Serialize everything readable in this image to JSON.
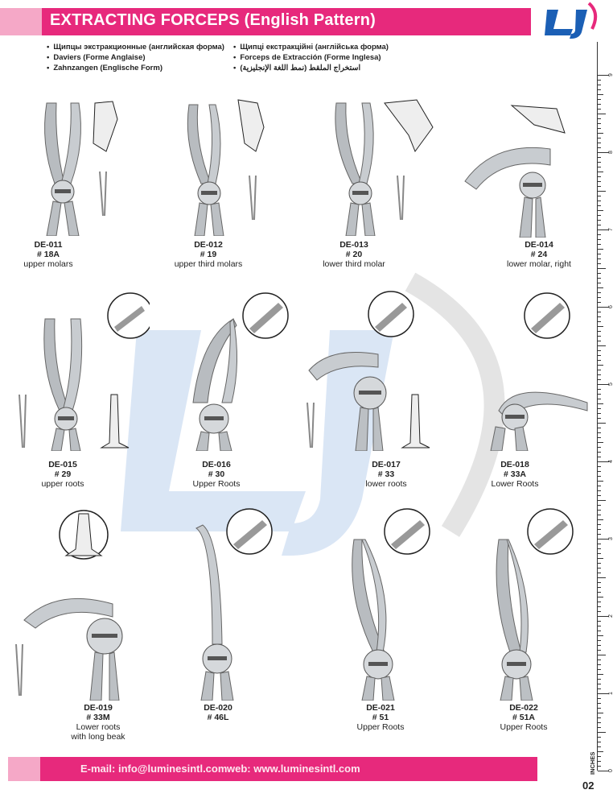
{
  "header": {
    "title": "EXTRACTING FORCEPS (English Pattern)",
    "languages_left": [
      "Щипцы экстракционные (английская форма)",
      "Daviers (Forme Anglaise)",
      "Zahnzangen (Englische Form)"
    ],
    "languages_right": [
      "Щипці екстракційні (англійська форма)",
      "Forceps de Extracción (Forme Inglesa)",
      "استخراج الملقط (نمط اللغة الإنجليزية)"
    ],
    "brand_color": "#e7297c",
    "logo_color": "#1b5fb5"
  },
  "products": [
    {
      "code": "DE-011",
      "size": "# 18A",
      "description": "upper molars"
    },
    {
      "code": "DE-012",
      "size": "# 19",
      "description": "upper third molars"
    },
    {
      "code": "DE-013",
      "size": "# 20",
      "description": "lower third molar"
    },
    {
      "code": "DE-014",
      "size": "# 24",
      "description": "lower molar, right"
    },
    {
      "code": "DE-015",
      "size": "# 29",
      "description": "upper roots"
    },
    {
      "code": "DE-016",
      "size": "# 30",
      "description": "Upper Roots"
    },
    {
      "code": "DE-017",
      "size": "# 33",
      "description": "lower roots"
    },
    {
      "code": "DE-018",
      "size": "# 33A",
      "description": "Lower Roots"
    },
    {
      "code": "DE-019",
      "size": "# 33M",
      "description": "Lower roots\nwith long beak"
    },
    {
      "code": "DE-020",
      "size": "# 46L",
      "description": ""
    },
    {
      "code": "DE-021",
      "size": "# 51",
      "description": "Upper Roots"
    },
    {
      "code": "DE-022",
      "size": "# 51A",
      "description": "Upper Roots"
    }
  ],
  "ruler": {
    "label": "INCHES",
    "numbers": [
      "9",
      "8",
      "7",
      "6",
      "5",
      "4",
      "3",
      "2",
      "1",
      "0"
    ]
  },
  "footer": {
    "email": "E-mail: info@luminesintl.com",
    "web": "web: www.luminesintl.com",
    "page_number": "02"
  }
}
